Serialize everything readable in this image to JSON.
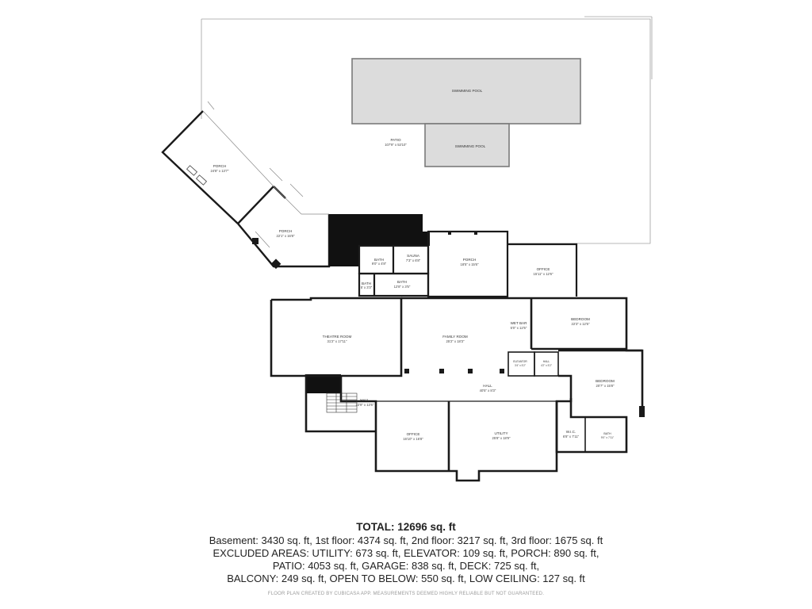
{
  "rooms": {
    "pool_main": {
      "name": "SWIMMING POOL",
      "dims": ""
    },
    "pool_small": {
      "name": "SWIMMING POOL",
      "dims": ""
    },
    "patio": {
      "name": "PATIO",
      "dims": "107'9\" x 53'10\""
    },
    "porch_upper": {
      "name": "PORCH",
      "dims": "24'8\" x 13'7\""
    },
    "porch_lower": {
      "name": "PORCH",
      "dims": "22'1\" x 16'8\""
    },
    "bath_sauna": {
      "name": "BATH",
      "dims": "9'0\" x 4'8\""
    },
    "sauna": {
      "name": "SAUNA",
      "dims": "7'3\" x 6'8\""
    },
    "porch_center": {
      "name": "PORCH",
      "dims": "18'5\" x 15'6\""
    },
    "office_upper": {
      "name": "OFFICE",
      "dims": "15'11\" x 12'6\""
    },
    "bath_small": {
      "name": "BATH",
      "dims": "5' x 3'3\""
    },
    "bath_mid": {
      "name": "BATH",
      "dims": "12'8\" x 3'5\""
    },
    "theatre": {
      "name": "THEATRE ROOM",
      "dims": "31'2\" x 17'11\""
    },
    "family": {
      "name": "FAMILY ROOM",
      "dims": "25'2\" x 18'3\""
    },
    "wet_bar": {
      "name": "WET BAR",
      "dims": "5'0\" x 12'5\""
    },
    "bedroom_upper": {
      "name": "BEDROOM",
      "dims": "22'3\" x 12'5\""
    },
    "elevator": {
      "name": "ELEVATOR",
      "dims": "3'4\" x 5'2\""
    },
    "hall_small": {
      "name": "HALL",
      "dims": "4'2\" x 5'2\""
    },
    "hall_main": {
      "name": "HALL",
      "dims": "40'5\" x 8'3\""
    },
    "hall_stair": {
      "name": "HALL",
      "dims": "22'9\" x 13'6\""
    },
    "bedroom_lower": {
      "name": "BEDROOM",
      "dims": "20'7\" x 15'8\""
    },
    "office_lower": {
      "name": "OFFICE",
      "dims": "16'10\" x 16'8\""
    },
    "utility": {
      "name": "UTILITY",
      "dims": "25'8\" x 18'9\""
    },
    "wic": {
      "name": "W.I.C.",
      "dims": "6'8\" x 7'11\""
    },
    "bath_bedroom": {
      "name": "BATH",
      "dims": "9'0\" x 7'11\""
    }
  },
  "summary": {
    "total": "TOTAL: 12696 sq. ft",
    "line1": "Basement: 3430 sq. ft, 1st floor: 4374 sq. ft, 2nd floor: 3217 sq. ft, 3rd floor: 1675 sq. ft",
    "line2": "EXCLUDED AREAS: UTILITY: 673 sq. ft, ELEVATOR: 109 sq. ft, PORCH: 890 sq. ft,",
    "line3": "PATIO: 4053 sq. ft, GARAGE: 838 sq. ft, DECK: 725 sq. ft,",
    "line4": "BALCONY: 249 sq. ft, OPEN TO BELOW: 550 sq. ft, LOW CEILING: 127 sq. ft",
    "footer": "FLOOR PLAN CREATED BY CUBICASA APP. MEASUREMENTS DEEMED HIGHLY RELIABLE BUT NOT GUARANTEED."
  },
  "colors": {
    "wall": "#1a1a1a",
    "pool": "#dcdcdc",
    "outline": "#9a9a9a",
    "text": "#333333"
  }
}
